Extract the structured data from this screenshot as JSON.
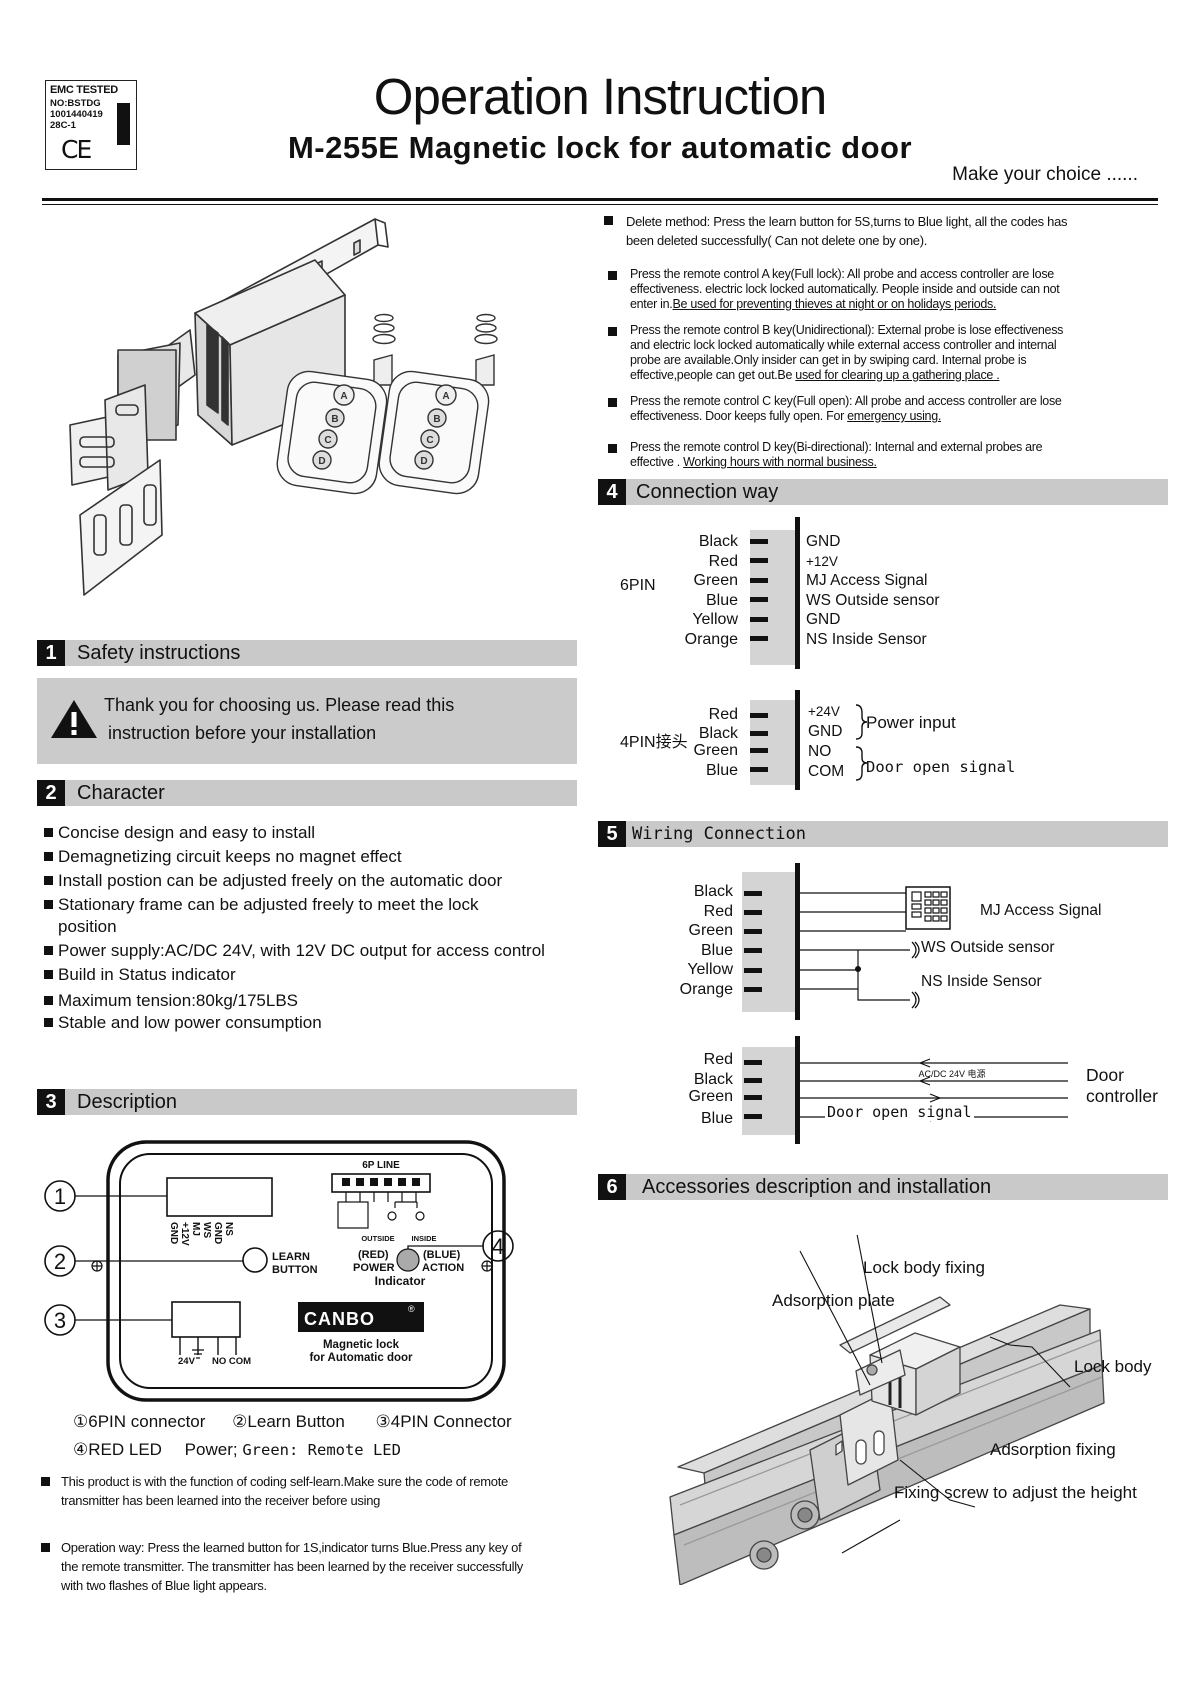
{
  "header": {
    "emc_label": "EMC TESTED",
    "emc_lines": [
      "NO:BSTDG",
      "1001440419",
      "28C-1"
    ],
    "ce_mark": "CE",
    "title": "Operation  Instruction",
    "subtitle": "M-255E Magnetic  lock  for  automatic  door",
    "slogan": "Make  your choice  ......"
  },
  "remote_notes": [
    {
      "pre": "Delete method: Press the learn button  for 5S,turns to Blue light, all the codes has been deleted successfully( Can not delete one by one).",
      "ul": ""
    },
    {
      "pre": "Press the remote control A key(Full lock): All probe and access controller are lose effectiveness. electric lock locked automatically. People inside and outside can not  enter in.",
      "ul": "Be used  for preventing thieves  at night  or on holidays periods."
    },
    {
      "pre": "Press the remote control B key(Unidirectional): External probe is lose effectiveness and electric lock locked automatically while external access controller and internal probe are available.Only insider can get in by swiping card. Internal probe is effective,people can get out.Be ",
      "ul": "used for clearing up a gathering place ."
    },
    {
      "pre": "Press the remote control C key(Full open): All probe and access controller  are lose effectiveness. Door keeps fully open. For ",
      "ul": "emergency using."
    },
    {
      "pre": "Press the remote control D key(Bi-directional): Internal and external probes are effective .  ",
      "ul": "Working hours with normal business."
    }
  ],
  "sections": {
    "s1": {
      "num": "1",
      "title": "Safety instructions"
    },
    "s2": {
      "num": "2",
      "title": "Character"
    },
    "s3": {
      "num": "3",
      "title": "Description"
    },
    "s4": {
      "num": "4",
      "title": "Connection way"
    },
    "s5": {
      "num": "5",
      "title": "Wiring Connection"
    },
    "s6": {
      "num": "6",
      "title": "Accessories description and installation"
    }
  },
  "safety": {
    "line1": "Thank you for choosing us. Please read this",
    "line2": "instruction before your installation"
  },
  "character_items": [
    "Concise design and easy to install",
    "Demagnetizing circuit keeps no magnet effect",
    "Install postion can be adjusted freely on the automatic door",
    "Stationary frame can be adjusted freely to meet the lock position",
    "Power supply:AC/DC 24V, with 12V DC output for access control",
    "Build in Status indicator",
    "Maximum tension:80kg/175LBS",
    "Stable and low power consumption"
  ],
  "description_board": {
    "six_p_line": "6P LINE",
    "pins_6": [
      "GND",
      "+12V",
      "MJ",
      "WS",
      "GND",
      "NS"
    ],
    "outside": "OUTSIDE",
    "inside": "INSIDE",
    "learn": "LEARN",
    "button": "BUTTON",
    "red": "(RED)",
    "power": "POWER",
    "blue": "(BLUE)",
    "action": "ACTION",
    "indicator": "Indicator",
    "pins_4": "24V",
    "nocom": "NO COM",
    "brand": "CANBO",
    "reg": "®",
    "caption1": "Magnetic lock",
    "caption2": "for Automatic door",
    "callouts": [
      "1",
      "2",
      "3",
      "4"
    ]
  },
  "legend": {
    "l1": "6PIN connector",
    "l2": "Learn  Button",
    "l3": "4PIN Connector",
    "l4a": "RED LED",
    "l4b": "Power;",
    "l4c": "Green:  Remote LED",
    "n1": "①",
    "n2": "②",
    "n3": "③",
    "n4": "④"
  },
  "description_notes": [
    "This product is with the function of coding self-learn.Make sure the code of remote transmitter has been learned into the receiver before using",
    "Operation way: Press the learned button for 1S,indicator turns  Blue.Press any key of the remote transmitter. The transmitter has been  learned by the receiver successfully  with two flashes of Blue light appears."
  ],
  "connection": {
    "six_pin_label": "6PIN",
    "six_pin_wires": [
      "Black",
      "Red",
      "Green",
      "Blue",
      "Yellow",
      "Orange"
    ],
    "six_pin_signals": [
      "GND",
      "+12V",
      "MJ  Access Signal",
      "WS  Outside sensor",
      "GND",
      "NS    Inside Sensor"
    ],
    "four_pin_label": "4PIN接头",
    "four_pin_wires": [
      "Red",
      "Black",
      "Green",
      "Blue"
    ],
    "four_pin_signals": [
      "+24V",
      "GND",
      "NO",
      "COM"
    ],
    "power_input": "Power  input",
    "door_open": "Door  open  signal"
  },
  "wiring": {
    "wires6": [
      "Black",
      "Red",
      "Green",
      "Blue",
      "Yellow",
      "Orange"
    ],
    "mj": "MJ  Access Signal",
    "ws": "WS  Outside sensor",
    "ns": "NS    Inside Sensor",
    "wires4": [
      "Red",
      "Black",
      "Green",
      "Blue"
    ],
    "acdc": "AC/DC  24V 电源",
    "door_open": "Door  open  signal",
    "door1": "Door",
    "door2": "controller"
  },
  "accessories": {
    "lock_body_fixing": "Lock body fixing",
    "adsorption_plate": "Adsorption plate",
    "lock_body": "Lock body",
    "adsorption_fixing": "Adsorption fixing",
    "fixing_screw": "Fixing screw to adjust the height"
  },
  "remote_keys": [
    "A",
    "B",
    "C",
    "D"
  ]
}
